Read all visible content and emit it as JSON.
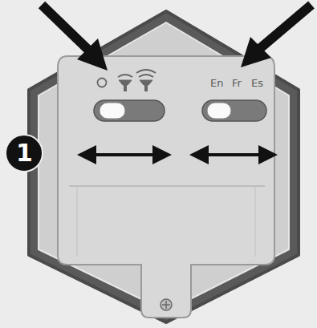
{
  "diagram": {
    "labels": [
      "1",
      "En",
      "Fr",
      "Es"
    ]
  }
}
